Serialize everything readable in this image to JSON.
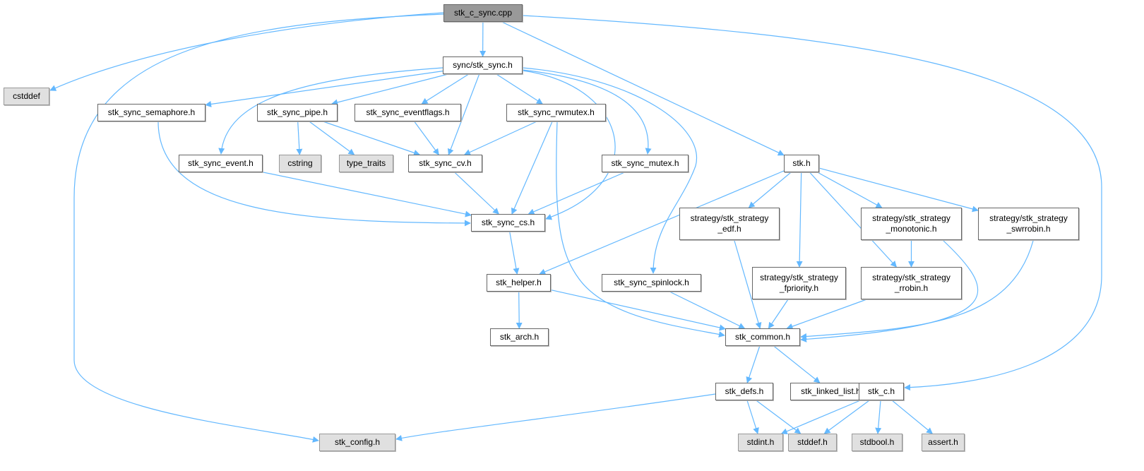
{
  "graph": {
    "title": "stk_c_sync.cpp include dependency graph",
    "edge_color": "#63b8ff",
    "nodes": {
      "root": "stk_c_sync.cpp",
      "cstddef": "cstddef",
      "sync": "sync/stk_sync.h",
      "semaphore": "stk_sync_semaphore.h",
      "pipe": "stk_sync_pipe.h",
      "eventflags": "stk_sync_eventflags.h",
      "rwmutex": "stk_sync_rwmutex.h",
      "event": "stk_sync_event.h",
      "cstring": "cstring",
      "type_traits": "type_traits",
      "cv": "stk_sync_cv.h",
      "mutex": "stk_sync_mutex.h",
      "stk": "stk.h",
      "cs": "stk_sync_cs.h",
      "edf": {
        "line1": "strategy/stk_strategy",
        "line2": "_edf.h"
      },
      "monotonic": {
        "line1": "strategy/stk_strategy",
        "line2": "_monotonic.h"
      },
      "swrobin": {
        "line1": "strategy/stk_strategy",
        "line2": "_swrrobin.h"
      },
      "helper": "stk_helper.h",
      "spinlock": "stk_sync_spinlock.h",
      "fpriority": {
        "line1": "strategy/stk_strategy",
        "line2": "_fpriority.h"
      },
      "rrobin": {
        "line1": "strategy/stk_strategy",
        "line2": "_rrobin.h"
      },
      "arch": "stk_arch.h",
      "common": "stk_common.h",
      "defs": "stk_defs.h",
      "linked_list": "stk_linked_list.h",
      "stk_c": "stk_c.h",
      "config": "stk_config.h",
      "stdint": "stdint.h",
      "stddef": "stddef.h",
      "stdbool": "stdbool.h",
      "assert": "assert.h"
    },
    "edges": [
      [
        "root",
        "cstddef"
      ],
      [
        "root",
        "config"
      ],
      [
        "root",
        "sync"
      ],
      [
        "root",
        "stk"
      ],
      [
        "root",
        "stk_c"
      ],
      [
        "sync",
        "semaphore"
      ],
      [
        "sync",
        "pipe"
      ],
      [
        "sync",
        "eventflags"
      ],
      [
        "sync",
        "rwmutex"
      ],
      [
        "sync",
        "event"
      ],
      [
        "sync",
        "cv"
      ],
      [
        "sync",
        "cs"
      ],
      [
        "sync",
        "mutex"
      ],
      [
        "sync",
        "spinlock"
      ],
      [
        "semaphore",
        "cs"
      ],
      [
        "pipe",
        "cstring"
      ],
      [
        "pipe",
        "type_traits"
      ],
      [
        "pipe",
        "cv"
      ],
      [
        "eventflags",
        "cv"
      ],
      [
        "rwmutex",
        "cv"
      ],
      [
        "rwmutex",
        "cs"
      ],
      [
        "rwmutex",
        "common"
      ],
      [
        "event",
        "cs"
      ],
      [
        "cv",
        "cs"
      ],
      [
        "mutex",
        "cs"
      ],
      [
        "cs",
        "helper"
      ],
      [
        "stk",
        "helper"
      ],
      [
        "stk",
        "edf"
      ],
      [
        "stk",
        "fpriority"
      ],
      [
        "stk",
        "rrobin"
      ],
      [
        "stk",
        "monotonic"
      ],
      [
        "stk",
        "swrobin"
      ],
      [
        "helper",
        "arch"
      ],
      [
        "helper",
        "common"
      ],
      [
        "spinlock",
        "common"
      ],
      [
        "edf",
        "common"
      ],
      [
        "fpriority",
        "common"
      ],
      [
        "rrobin",
        "common"
      ],
      [
        "monotonic",
        "rrobin"
      ],
      [
        "monotonic",
        "common"
      ],
      [
        "swrobin",
        "common"
      ],
      [
        "common",
        "defs"
      ],
      [
        "common",
        "linked_list"
      ],
      [
        "defs",
        "config"
      ],
      [
        "defs",
        "stdint"
      ],
      [
        "defs",
        "stddef"
      ],
      [
        "stk_c",
        "stdint"
      ],
      [
        "stk_c",
        "stddef"
      ],
      [
        "stk_c",
        "stdbool"
      ],
      [
        "stk_c",
        "assert"
      ]
    ]
  }
}
